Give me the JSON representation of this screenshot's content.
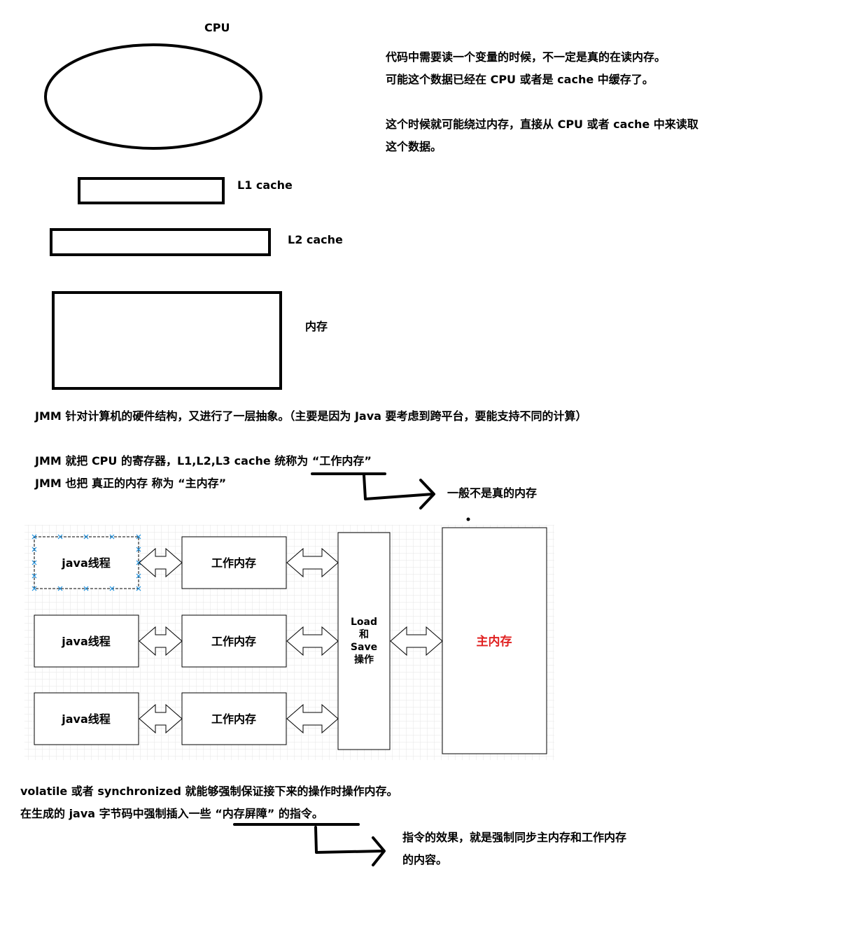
{
  "hardware": {
    "cpu_label": "CPU",
    "l1_label": "L1 cache",
    "l2_label": "L2 cache",
    "memory_label": "内存"
  },
  "notes": {
    "cache_line1": "代码中需要读一个变量的时候，不一定是真的在读内存。",
    "cache_line2": "可能这个数据已经在 CPU 或者是 cache 中缓存了。",
    "cache_line3": "这个时候就可能绕过内存，直接从 CPU 或者 cache 中来读取",
    "cache_line4": "这个数据。",
    "jmm_line1": "JMM 针对计算机的硬件结构，又进行了一层抽象。（主要是因为 Java 要考虑到跨平台，要能支持不同的计算）",
    "jmm_line2": "JMM 就把 CPU 的寄存器，L1,L2,L3 cache 统称为 “工作内存”",
    "jmm_line3": "JMM 也把 真正的内存 称为 “主内存”",
    "jmm_arrow_note": "一般不是真的内存",
    "volatile_line1": "volatile 或者 synchronized 就能够强制保证接下来的操作时操作内存。",
    "volatile_line2": "在生成的 java 字节码中强制插入一些 “内存屏障” 的指令。",
    "volatile_note1": "指令的效果，就是强制同步主内存和工作内存",
    "volatile_note2": "的内容。"
  },
  "diagram": {
    "threads": [
      "java线程",
      "java线程",
      "java线程"
    ],
    "working_memories": [
      "工作内存",
      "工作内存",
      "工作内存"
    ],
    "load_save": [
      "Load",
      "和",
      "Save",
      "操作"
    ],
    "main_memory": "主内存",
    "main_memory_color": "#e02020",
    "selection_color": "#1a8fdd",
    "grid_color": "#e6e6e6"
  }
}
